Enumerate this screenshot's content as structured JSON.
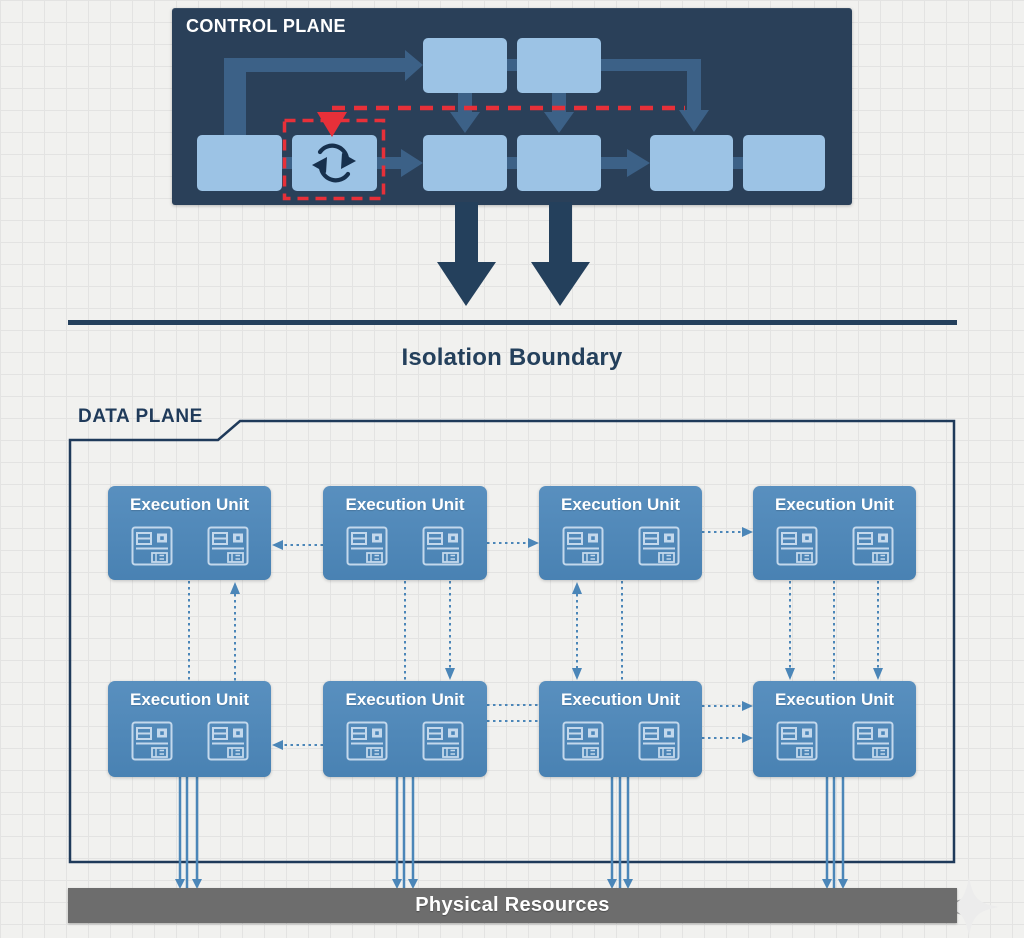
{
  "control_plane": {
    "title": "CONTROL PLANE"
  },
  "isolation_boundary": {
    "label": "Isolation Boundary"
  },
  "data_plane": {
    "title": "DATA PLANE",
    "unit_label": "Execution Unit"
  },
  "physical_resources": {
    "label": "Physical Resources"
  },
  "icons": {
    "sync_icon": "circular refresh arrows inside highlighted control box",
    "server_card_icon": "compute node card glyph inside execution units",
    "sparkle_icon": "four-point star watermark at bottom right"
  },
  "colors": {
    "bg": "#f1f1ef",
    "grid-line": "#e3e3e2",
    "panel-navy": "#2a4059",
    "navy": "#24405c",
    "navy-deep": "#17304d",
    "box-light": "#9cc3e5",
    "band": "#3c6187",
    "red": "#e73039",
    "unit-blue": "#4c87ba",
    "icon-stroke": "#c3d8ec",
    "dotted-blue": "#4b86b8",
    "border-navy": "#1f3a5a",
    "bar-gray": "#6d6d6d",
    "star-light": "#ececec",
    "star-gray": "#a3a3a3"
  }
}
